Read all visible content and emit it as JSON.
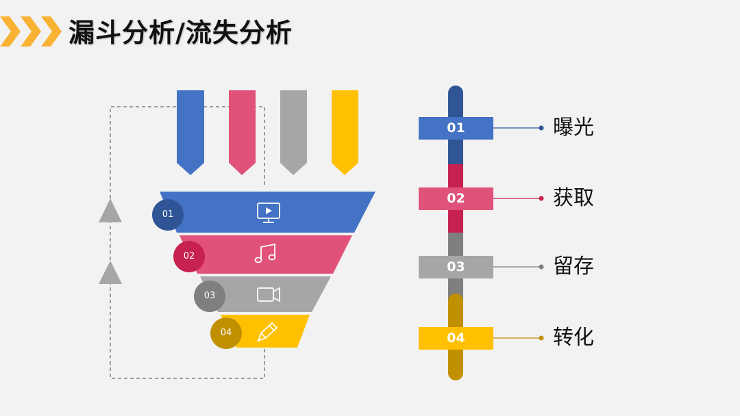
{
  "title": "漏斗分析/流失分析",
  "colors": {
    "blue": "#4472c4",
    "blue_dark": "#2f5597",
    "pink": "#e05279",
    "pink_dark": "#c7214f",
    "gray": "#a6a6a6",
    "gray_dark": "#7f7f7f",
    "yellow": "#ffc000",
    "yellow_dark": "#c09000",
    "chevron": "#f9b233"
  },
  "funnel": [
    {
      "num": "01",
      "icon": "monitor-play-icon"
    },
    {
      "num": "02",
      "icon": "music-note-icon"
    },
    {
      "num": "03",
      "icon": "video-camera-icon"
    },
    {
      "num": "04",
      "icon": "pencil-icon"
    }
  ],
  "stages": [
    {
      "num": "01",
      "label": "曝光"
    },
    {
      "num": "02",
      "label": "获取"
    },
    {
      "num": "03",
      "label": "留存"
    },
    {
      "num": "04",
      "label": "转化"
    }
  ]
}
